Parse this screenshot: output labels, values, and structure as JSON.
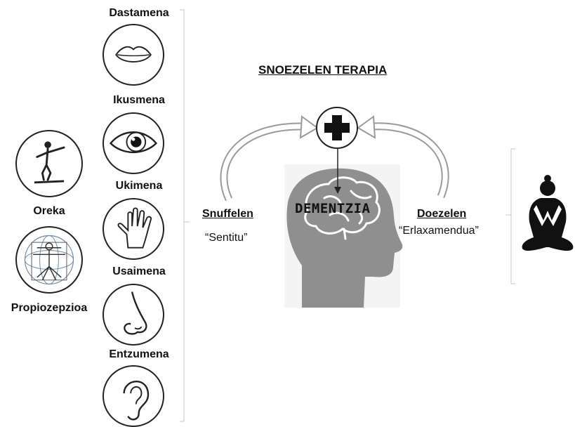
{
  "title": "SNOEZELEN TERAPIA",
  "center_label": "DEMENTZIA",
  "senses": [
    {
      "label": "Dastamena",
      "icon": "mouth-icon"
    },
    {
      "label": "Ikusmena",
      "icon": "eye-icon"
    },
    {
      "label": "Ukimena",
      "icon": "hand-icon"
    },
    {
      "label": "Usaimena",
      "icon": "nose-icon"
    },
    {
      "label": "Entzumena",
      "icon": "ear-icon"
    }
  ],
  "extra_senses": [
    {
      "label": "Oreka",
      "icon": "balance-figure-icon"
    },
    {
      "label": "Propiozepzioa",
      "icon": "vitruvian-man-icon"
    }
  ],
  "left_approach": {
    "term": "Snuffelen",
    "meaning": "“Sentitu”"
  },
  "right_approach": {
    "term": "Doezelen",
    "meaning": "“Erlaxamendua”"
  },
  "icons": {
    "medical": "medical-cross-icon",
    "head": "head-brain-icon",
    "relax": "meditation-figure-icon"
  }
}
